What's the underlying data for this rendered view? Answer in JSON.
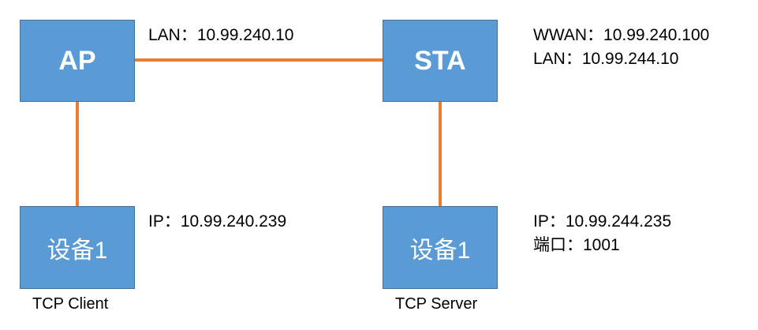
{
  "nodes": {
    "ap": {
      "label": "AP"
    },
    "sta": {
      "label": "STA"
    },
    "client_device": {
      "label": "设备1",
      "caption": "TCP Client"
    },
    "server_device": {
      "label": "设备1",
      "caption": "TCP Server"
    }
  },
  "info": {
    "ap_lan": "LAN：10.99.240.10",
    "sta_wwan": "WWAN：10.99.240.100",
    "sta_lan": "LAN：10.99.244.10",
    "client_ip": "IP：10.99.240.239",
    "server_ip": "IP：10.99.244.235",
    "server_port": "端口：1001"
  },
  "colors": {
    "node_fill": "#5b9bd5",
    "node_border": "#41719c",
    "link": "#ed7d31",
    "node_text": "#ffffff"
  }
}
